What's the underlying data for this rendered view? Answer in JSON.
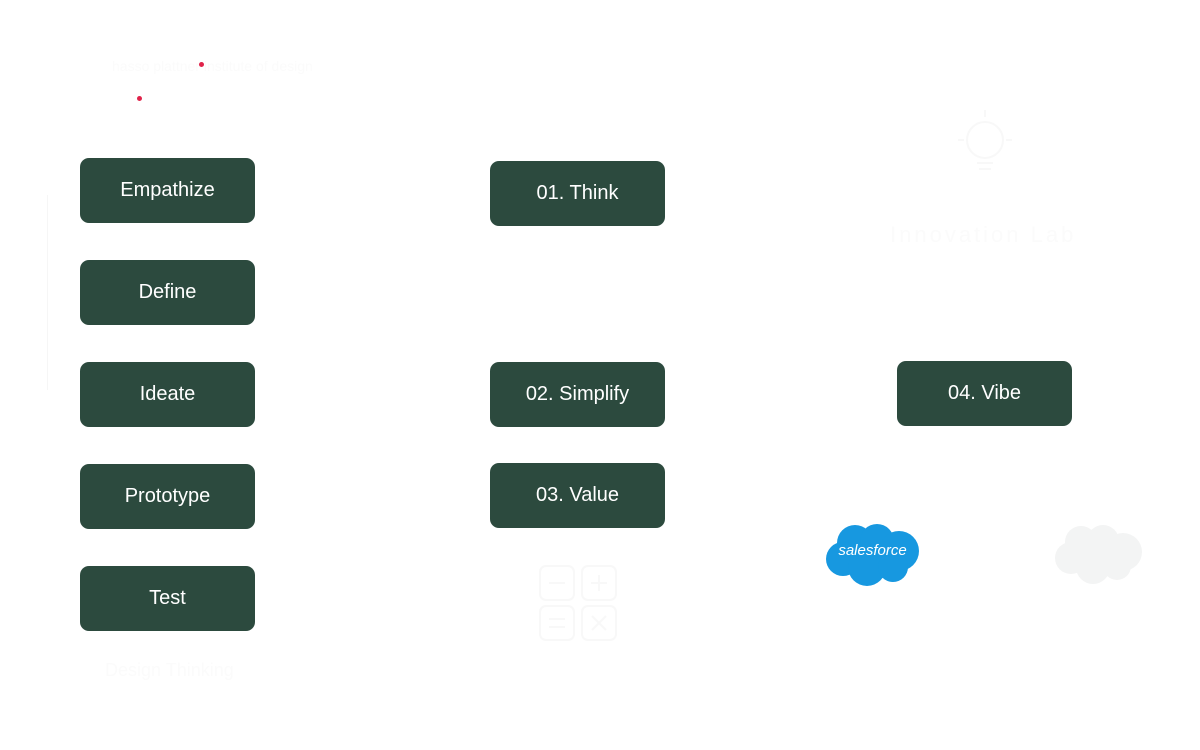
{
  "design_thinking": {
    "stages": [
      "Empathize",
      "Define",
      "Ideate",
      "Prototype",
      "Test"
    ],
    "caption": "Design Thinking"
  },
  "principles": {
    "items": [
      "01. Think",
      "02. Simplify",
      "03. Value",
      "04. Vibe"
    ]
  },
  "logos": {
    "salesforce_text": "salesforce",
    "lightbulb_caption": "Innovation Lab",
    "dschool_caption": "hasso plattner institute of design"
  },
  "colors": {
    "button_bg": "#2c4a3e",
    "accent_red": "#e0234a",
    "salesforce_blue": "#1798e0"
  }
}
